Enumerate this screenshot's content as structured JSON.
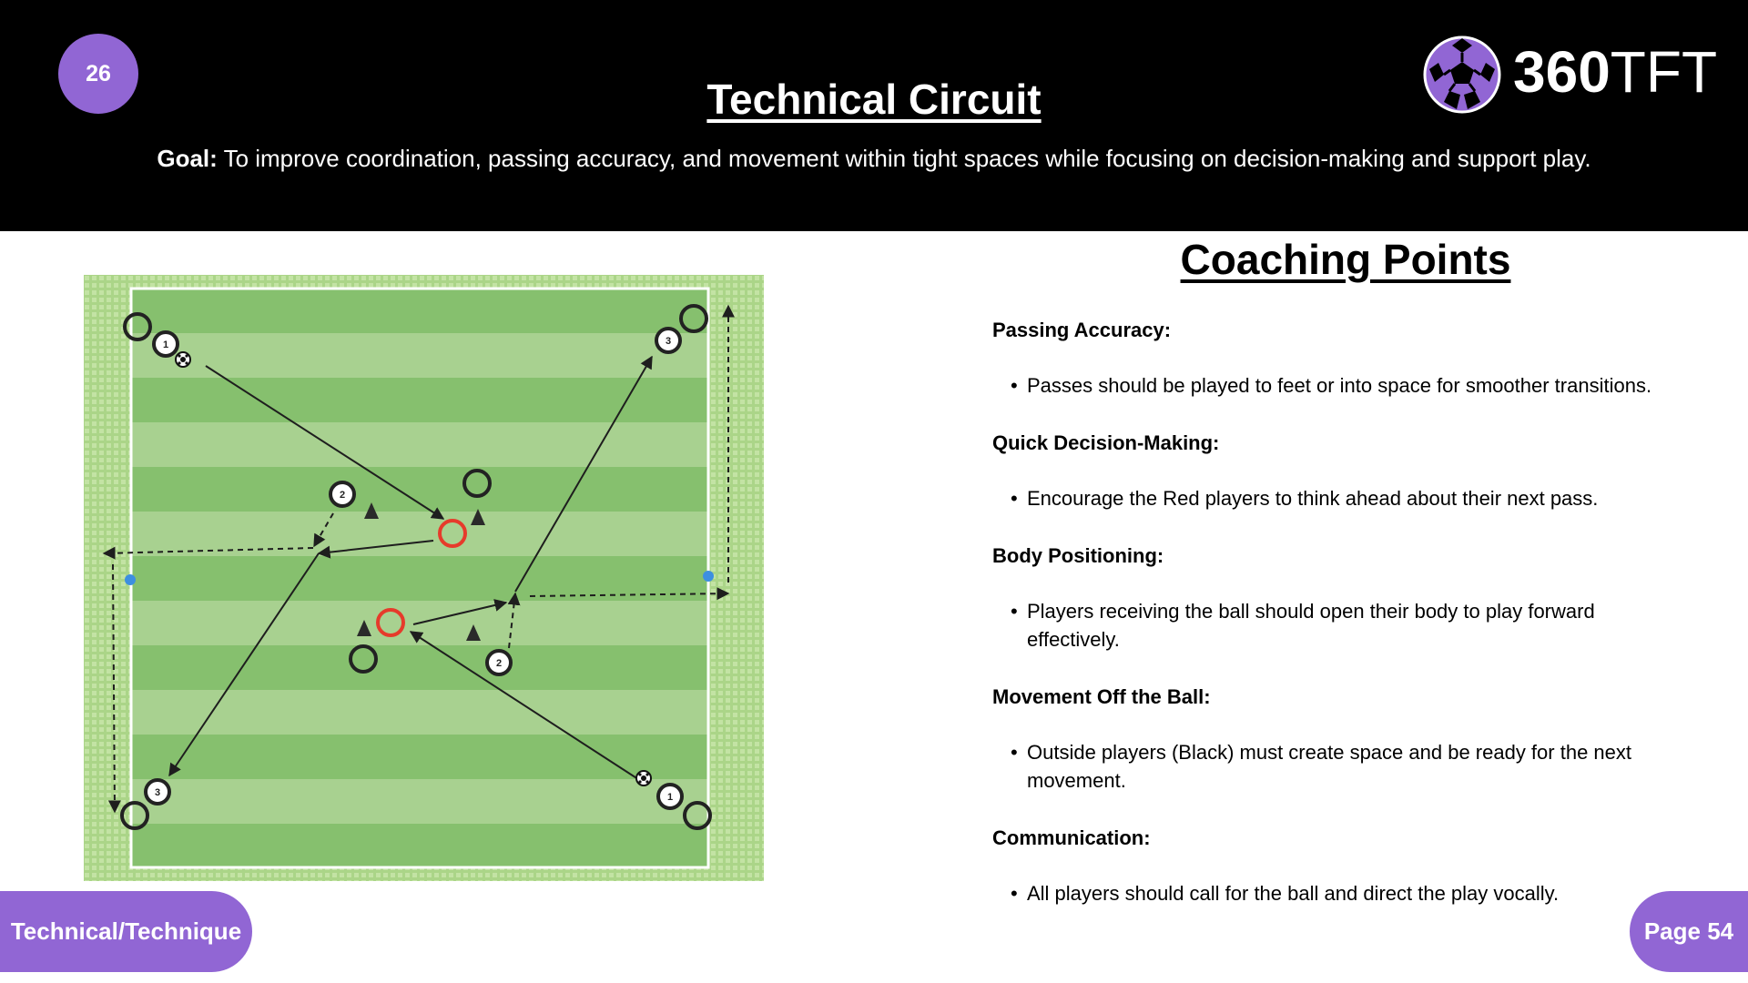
{
  "header": {
    "session_number": "26",
    "title": "Technical Circuit",
    "goal_label": "Goal:",
    "goal_text": " To improve coordination, passing accuracy, and movement within tight spaces while focusing on decision-making and support play."
  },
  "logo": {
    "brand_bold": "360",
    "brand_light": "TFT",
    "icon": "soccer-ball-icon",
    "accent": "#9166d4"
  },
  "diagram": {
    "player_labels": {
      "one": "1",
      "two": "2",
      "three": "3"
    },
    "colors": {
      "pitch_dark": "#86c06e",
      "pitch_light": "#a8d190",
      "border": "#b6d98e",
      "player": "#222222",
      "red_player": "#e63b2b",
      "cone": "#222222",
      "marker": "#3d8fe0"
    }
  },
  "coaching": {
    "title": "Coaching Points",
    "sections": [
      {
        "heading": "Passing Accuracy:",
        "point": "Passes should be played to feet or into space for smoother transitions."
      },
      {
        "heading": "Quick Decision-Making:",
        "point": "Encourage the Red players to think ahead about their next pass."
      },
      {
        "heading": "Body Positioning:",
        "point": "Players receiving the ball should open their body to play forward effectively."
      },
      {
        "heading": "Movement Off the Ball:",
        "point": "Outside players (Black) must create space and be ready for the next movement."
      },
      {
        "heading": "Communication:",
        "point": "All players should call for the ball and direct the play vocally."
      }
    ]
  },
  "footer": {
    "category": "Technical/Technique",
    "page": "Page 54"
  }
}
